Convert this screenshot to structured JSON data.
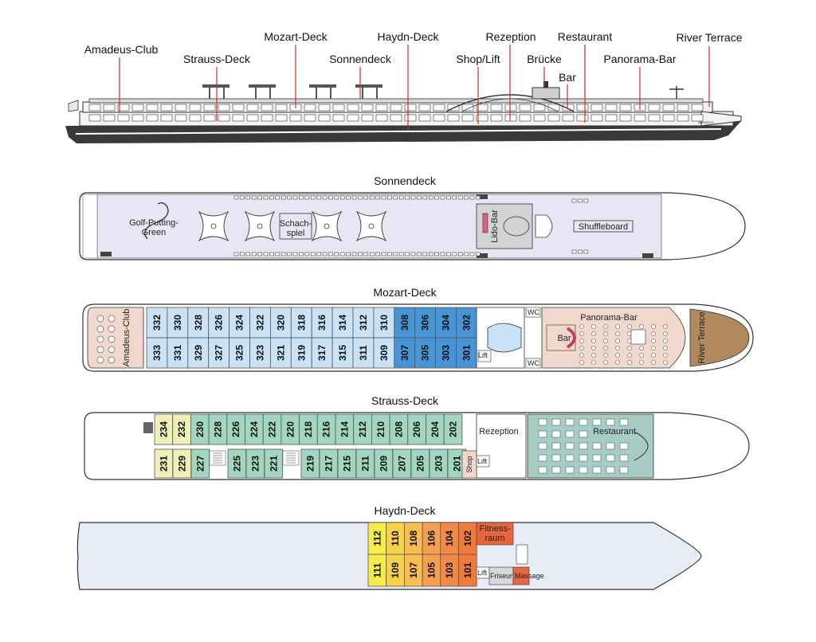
{
  "colors": {
    "callout_line": "#d42a2a",
    "hull_fill": "#e8ecf6",
    "hull_stroke": "#333333",
    "mozart_light": "#c9e2f6",
    "mozart_dark": "#4795d6",
    "strauss_green": "#a3d6c1",
    "strauss_yellow": "#eef0b8",
    "haydn_warm": [
      "#f7ec4a",
      "#f9d24c",
      "#f8bc53",
      "#f5a050",
      "#f28a45",
      "#f07a3c"
    ],
    "lounge_pink": "#f1d8cc",
    "restaurant_teal": "#a8ccc4",
    "fitness_red": "#e7653f",
    "river_terrace_wood": "#b08a5c"
  },
  "profile_labels": {
    "amadeus_club": "Amadeus-Club",
    "strauss_deck": "Strauss-Deck",
    "mozart_deck": "Mozart-Deck",
    "sonnendeck": "Sonnendeck",
    "haydn_deck": "Haydn-Deck",
    "shop_lift": "Shop/Lift",
    "rezeption": "Rezeption",
    "bruecke": "Brücke",
    "bar": "Bar",
    "restaurant": "Restaurant",
    "panorama_bar": "Panorama-Bar",
    "river_terrace": "River Terrace"
  },
  "decks": {
    "sonnendeck": {
      "title": "Sonnendeck",
      "golf_line1": "Golf-Putting-",
      "golf_line2": "Green",
      "schach_line1": "Schach-",
      "schach_line2": "spiel",
      "lido_bar": "Lido-Bar",
      "shuffleboard": "Shuffleboard"
    },
    "mozart": {
      "title": "Mozart-Deck",
      "top_cabins": [
        "332",
        "330",
        "328",
        "326",
        "324",
        "322",
        "320",
        "318",
        "316",
        "314",
        "312",
        "310",
        "308",
        "306",
        "304",
        "302"
      ],
      "bottom_cabins": [
        "333",
        "331",
        "329",
        "327",
        "325",
        "323",
        "321",
        "319",
        "317",
        "315",
        "311",
        "309",
        "307",
        "305",
        "303",
        "301"
      ],
      "amadeus_club": "Amadeus-Club",
      "wc": "WC",
      "lift": "Lift",
      "bar": "Bar",
      "panorama_bar": "Panorama-Bar",
      "river_terrace": "River Terrace"
    },
    "strauss": {
      "title": "Strauss-Deck",
      "top_cabins": [
        "234",
        "232",
        "230",
        "228",
        "226",
        "224",
        "222",
        "220",
        "218",
        "216",
        "214",
        "212",
        "210",
        "208",
        "206",
        "204",
        "202"
      ],
      "bottom_cabins": [
        "231",
        "229",
        "227",
        "225",
        "223",
        "221",
        "219",
        "217",
        "215",
        "211",
        "209",
        "207",
        "205",
        "203",
        "201"
      ],
      "rezeption": "Rezeption",
      "shop": "Shop",
      "lift": "Lift",
      "restaurant": "Restaurant"
    },
    "haydn": {
      "title": "Haydn-Deck",
      "top_cabins": [
        "112",
        "110",
        "108",
        "106",
        "104",
        "102"
      ],
      "bottom_cabins": [
        "111",
        "109",
        "107",
        "105",
        "103",
        "101"
      ],
      "fitness_line1": "Fitness-",
      "fitness_line2": "raum",
      "lift": "Lift",
      "friseur": "Friseur",
      "massage": "Massage"
    }
  }
}
